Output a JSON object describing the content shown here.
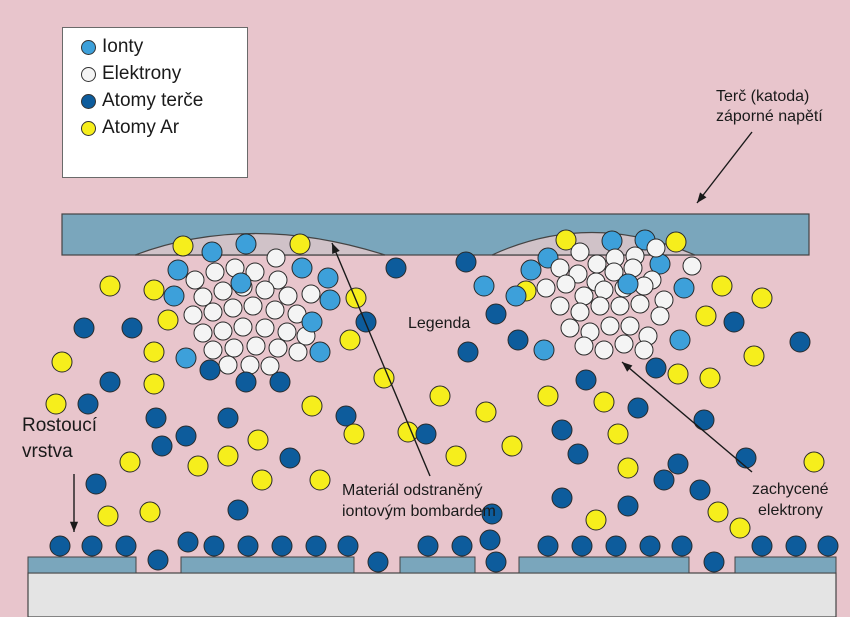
{
  "legend": {
    "items": [
      {
        "label": "Ionty",
        "kind": "ion"
      },
      {
        "label": "Elektrony",
        "kind": "electron"
      },
      {
        "label": "Atomy terče",
        "kind": "target"
      },
      {
        "label": "Atomy Ar",
        "kind": "argon"
      }
    ]
  },
  "labels": {
    "target_line1": "Terč (katoda)",
    "target_line2": "záporné napětí",
    "legenda": "Legenda",
    "layer_line1": "Rostoucí",
    "layer_line2": "vrstva",
    "material_line1": "Materiál odstraněný",
    "material_line2": "iontovým bombardem",
    "trapped_line1": "zachycené",
    "trapped_line2": "elektrony"
  },
  "colors": {
    "background": "#e8c5cc",
    "target_plate": "#7aa6bc",
    "substrate": "#e4e4e4",
    "ion": "#3da0da",
    "electron": "#f4f4f4",
    "target_atom": "#0d5c9c",
    "argon_atom": "#f6ee1c"
  }
}
